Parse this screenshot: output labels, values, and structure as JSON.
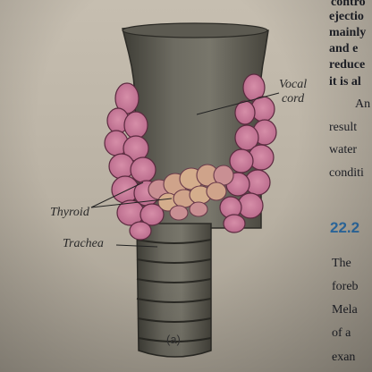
{
  "figure": {
    "labels": {
      "vocal_cord": [
        "Vocal",
        "cord"
      ],
      "thyroid": "Thyroid",
      "trachea": "Trachea"
    },
    "caption": "(a)",
    "colors": {
      "thyroid_fill": "#c77a96",
      "thyroid_outline": "#5b2a3f",
      "trachea_fill": "#6f6d63",
      "trachea_dark": "#3b3a33",
      "isthmus_fill": "#cfa38a"
    }
  },
  "text_column": {
    "lines": [
      {
        "text": "contro",
        "bold": true
      },
      {
        "text": "ejectio",
        "bold": true
      },
      {
        "text": "mainly",
        "bold": true
      },
      {
        "text": "and e",
        "bold": true
      },
      {
        "text": "reduce",
        "bold": true
      },
      {
        "text": "it is al",
        "bold": true
      },
      {
        "text": "An",
        "bold": false
      },
      {
        "text": "result",
        "bold": false
      },
      {
        "text": "water",
        "bold": false
      },
      {
        "text": "conditi",
        "bold": false
      },
      {
        "text": "The",
        "bold": false
      },
      {
        "text": "foreb",
        "bold": false
      },
      {
        "text": "Mela",
        "bold": false
      },
      {
        "text": "of a",
        "bold": false
      },
      {
        "text": "exan",
        "bold": false
      }
    ],
    "section_heading": "22.2"
  }
}
